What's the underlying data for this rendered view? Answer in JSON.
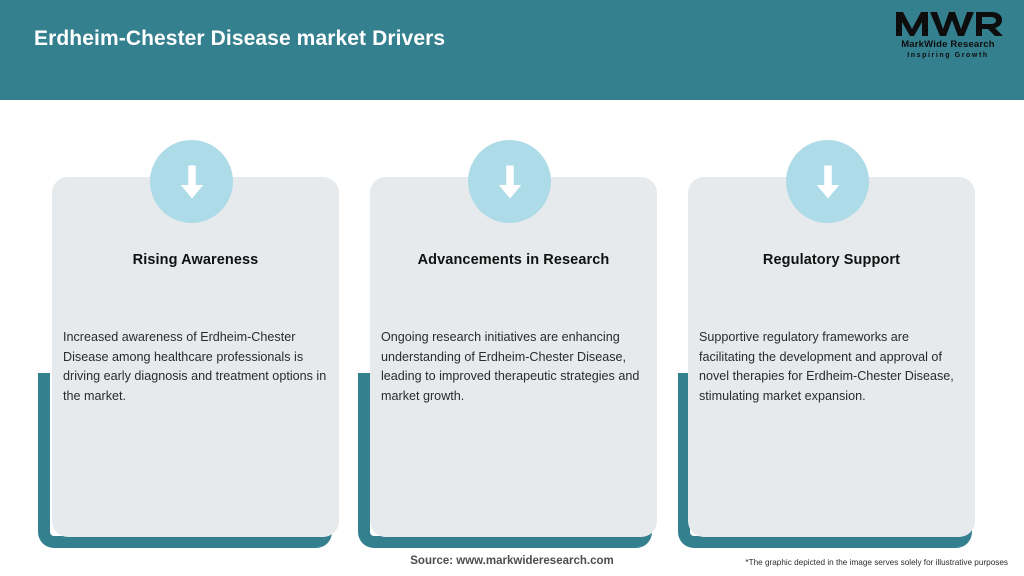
{
  "header": {
    "title": "Erdheim-Chester Disease market Drivers",
    "background_color": "#35808f",
    "title_color": "#ffffff"
  },
  "logo": {
    "mark": "MWR",
    "name": "MarkWide Research",
    "tagline": "Inspiring Growth"
  },
  "theme": {
    "teal": "#35808f",
    "panel_grey": "#e6eaec",
    "icon_circle_blue": "#aedbe8",
    "arrow_white": "#ffffff",
    "page_background": "#ffffff"
  },
  "cards": [
    {
      "icon": "arrow-down-icon",
      "title": "Rising Awareness",
      "body": "Increased awareness of Erdheim-Chester Disease among healthcare professionals is driving early diagnosis and treatment options in the market."
    },
    {
      "icon": "arrow-down-icon",
      "title": "Advancements in Research",
      "body": "Ongoing research initiatives are enhancing understanding of Erdheim-Chester Disease, leading to improved therapeutic strategies and market growth."
    },
    {
      "icon": "arrow-down-icon",
      "title": "Regulatory Support",
      "body": "Supportive regulatory frameworks are facilitating the development and approval of novel therapies for Erdheim-Chester Disease, stimulating market expansion."
    }
  ],
  "footer": {
    "source": "Source: www.markwideresearch.com",
    "disclaimer": "*The graphic depicted in the image serves solely for illustrative purposes"
  }
}
